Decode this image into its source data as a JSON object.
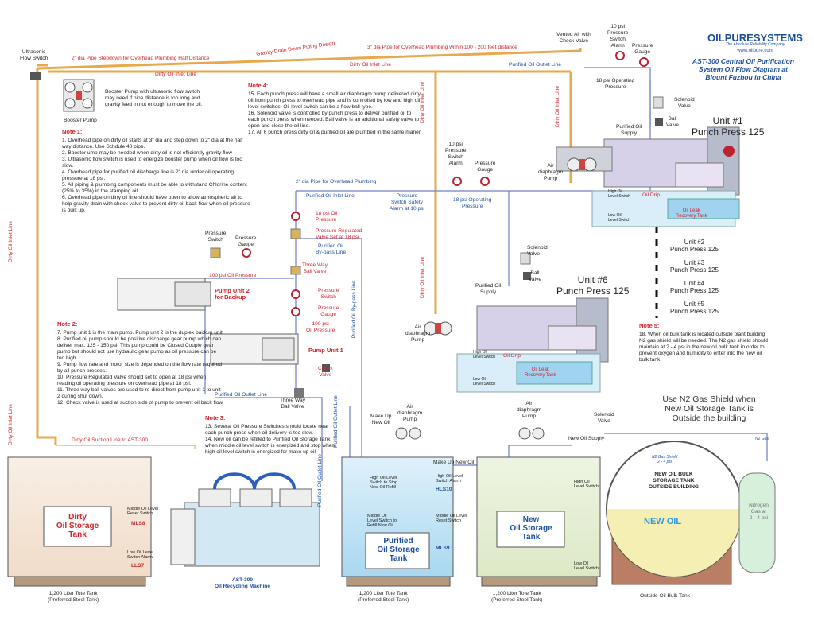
{
  "logo": {
    "brand": "OILPURESYSTEMS",
    "tagline": "The Absolute Reliability Company",
    "url": "www.oilpure.com"
  },
  "title": [
    "AST-300 Central Oil Purification",
    "System Oil Flow Diagram at",
    "Blount Fuzhou in China"
  ],
  "notes": {
    "note1": {
      "heading": "Note 1:",
      "items": [
        "1. Overhead pipe on dirty oil starts at 3\" dia and step down to 2\" dia at the half way distance. Use Schdule 40 pipe.",
        "2. Booster ump may be needed when dirty oil is not efficiently gravity flow",
        "3. Ultrasonic flow switch is used to energize booster pump when oil flow is too slow.",
        "4. Overhead pipe for purified oil discharge line is 2\" dia under oil operating pressure at 18 psi.",
        "5. All piping & plumbing components must be able to withstand Chlorine content (25% to 35%) in the stamping oil.",
        "6. Overhead pipe on dirty oil line should have open to allow atmospheric air to help gravity drain with check valve to prevent dirty oil back flow when oil pressure is built up."
      ]
    },
    "note2": {
      "heading": "Note 2:",
      "items": [
        "7. Pump unit 1 is the main pump. Pump unit 2 is the duplex backup unit.",
        "8. Purified oil pump should be positive discharge gear pump which can deliver max. 125 - 150 psi. This pump could be Closed Couple gear pump but should not use hydraulic gear pump as oil pressure can be too high.",
        "9. Pump flow rate and motor size is depended on the flow rate required by all punch presses.",
        "10. Pressure Regulated Valve should set to open at 18 psi when reading oil operating pressure on overhead pipe at 18 psi.",
        "11. Three way ball valves are used to re-direct from pump unit 1 to unit 2 during shut down.",
        "12. Check valve is used at suction side of pump to prevent oil back flow."
      ]
    },
    "note3": {
      "heading": "Note 3:",
      "items": [
        "13. Several Oil Pressure Switches should locate near each punch press when oil delivery is too slow.",
        "14. New oil can be refilled to Purified Oil Storage Tank when middle oil level switch is energized and stop when high oil level switch is energized for make up oil."
      ]
    },
    "note4": {
      "heading": "Note 4:",
      "items": [
        "15. Each punch press will have a small air diaphragm pump delivered dirty oil from punch press to overhead pipe and is controlled by low and high oil level switches. Oil level switch can be a flow ball type.",
        "16. Solenoid valve is controlled by punch press to deliver purified oil to each punch press when needed. Ball valve is an additional safety valve to open and close the oil line.",
        "17. All 6 punch press dirty oil & purified oil are plumbed in the same maner."
      ]
    },
    "note5": {
      "heading": "Note 5:",
      "items": [
        "18. When oil bulk tank is located outside plant building, N2 gas shield will be needed. The N2 gas shield should maintain at 2 - 4 psi in the new oil bulk tank in order to prevent oxygen and humidity to enter into the new oil bulk tank"
      ]
    }
  },
  "labels": {
    "ultrasonic": [
      "Ultrasonic",
      "Flow Switch"
    ],
    "pipe2": "2\" dia Pipe Stepdown for Overhead Plumbing Half Distance",
    "gravity": "Gravity Drain Down Piping Design",
    "pipe3": "3\" dia Pipe for Overhead Plumbing within 100 - 200 feet distance",
    "vented": [
      "Vented Air with",
      "Check Valve"
    ],
    "dirty_inlet": "Dirty Oil Inlet Line",
    "purified_outlet": "Purified Oil Outlet Line",
    "booster_pump": "Booster Pump",
    "booster_desc": [
      "Booster Pump with ultrasonic flow switch",
      "may need if pipe distance is too long and",
      "gravity feed in not enough to move the oil."
    ],
    "sw10_top": [
      "10 psi",
      "Pressure",
      "Switch",
      "Alarm"
    ],
    "gauge": [
      "Pressure",
      "Gauge"
    ],
    "op18": [
      "18 psi Operating",
      "Pressure"
    ],
    "solenoid": [
      "Solenoid",
      "Valve"
    ],
    "ball": [
      "Ball",
      "Valve"
    ],
    "purified_supply": [
      "Purified Oil",
      "Supply"
    ],
    "unit1": [
      "Unit #1",
      "Punch Press 125"
    ],
    "air_pump": [
      "Air",
      "diaphragm",
      "Pump"
    ],
    "high_switch": [
      "High Oil",
      "Level Switch"
    ],
    "low_switch": [
      "Low Oil",
      "Level Switch"
    ],
    "oil_drip": "Oil Drip",
    "oil_leak": [
      "Oil Leak",
      "Recovery Tank"
    ],
    "units": [
      [
        "Unit #2",
        "Punch Press 125"
      ],
      [
        "Unit #3",
        "Punch Press 125"
      ],
      [
        "Unit #4",
        "Punch Press 125"
      ],
      [
        "Unit #5",
        "Punch Press 125"
      ]
    ],
    "pipe2_purified": "2\" dia Pipe for Overhead Plumbing",
    "purified_inlet": "Purified Oil Inlet Line",
    "safety_alarm": [
      "Pressure",
      "Switch Safety",
      "Alarm at 10 psi"
    ],
    "sw10_mid": [
      "10 psi",
      "Pressure",
      "Switch",
      "Alarm"
    ],
    "op18b": [
      "18 psi Operating",
      "Pressure"
    ],
    "oil18": [
      "18 psi Oil",
      "Pressure"
    ],
    "prv": [
      "Pressure Regulated",
      "Valve Set at 18 psi"
    ],
    "bypass": [
      "Purified Oil",
      "By-pass Line"
    ],
    "bypass_v": "Purified Oil By-pass Line",
    "ps_switch": [
      "Pressure",
      "Switch"
    ],
    "ps_gauge": [
      "Pressure",
      "Gauge"
    ],
    "op100": "100 psi Oil Pressure",
    "three_way": [
      "Three Way",
      "Ball Valve"
    ],
    "pump2": [
      "Pump Unit 2",
      "for Backup"
    ],
    "pump1": "Pump Unit 1",
    "ps_switch2": [
      "Pressure",
      "Switch"
    ],
    "ps_gauge2": [
      "Pressure",
      "Gauge"
    ],
    "op100b": [
      "100 psi",
      "Oil Pressure"
    ],
    "check": [
      "Check",
      "Valve"
    ],
    "three_way2": [
      "Three Way",
      "Ball Valve"
    ],
    "unit6": [
      "Unit #6",
      "Punch Press 125"
    ],
    "suction": "Dirty Oil Suction Line to AST-300",
    "dirty_tank": [
      "Dirty",
      "Oil Storage",
      "Tank"
    ],
    "mid_reset": [
      "Middle Oil Level",
      "Reset Switch"
    ],
    "mls8": "MLS8",
    "low_alarm": [
      "Low Oil Level",
      "Switch Alarm"
    ],
    "lls7": "LLS7",
    "tote1": [
      "1,200 Liter Tote Tank",
      "(Preferred Steel Tank)"
    ],
    "ast300": [
      "AST-300",
      "Oil Recycling Machine"
    ],
    "make_up": [
      "Make Up",
      "New Oil"
    ],
    "make_up2": "Make Up New Oil",
    "high_stop": [
      "High Oil Level",
      "Switch to Stop",
      "New Oil Refill"
    ],
    "high_alarm": [
      "High Oil Level",
      "Switch Alarm"
    ],
    "hls10": "HLS10",
    "mid_refill": [
      "Middle Oil",
      "Level Switch to",
      "Refill New Oil"
    ],
    "mid_reset2": [
      "Middle Oil Level",
      "Reset Switch"
    ],
    "mls9": "MLS9",
    "purified_tank": [
      "Purified",
      "Oil Storage",
      "Tank"
    ],
    "tote2": [
      "1,200 Liter Tote Tank",
      "(Preferred Steel Tank)"
    ],
    "new_supply": "New Oil Supply",
    "new_tank": [
      "New",
      "Oil Storage",
      "Tank"
    ],
    "high_level": [
      "High Oil",
      "Level Switch"
    ],
    "low_level": [
      "Low Oil",
      "Level Switch"
    ],
    "tote3": [
      "1,200 Liter Tote Tank",
      "(Preferred Steel Tank)"
    ],
    "n2_note": [
      "Use N2 Gas Shield when",
      "New Oil Storage Tank is",
      "Outside the building"
    ],
    "n2_gas": "N2 Gas",
    "n2_shield": [
      "N2 Gas Shield",
      "2 - 4 psi"
    ],
    "bulk_title": [
      "NEW OIL BULK",
      "STORAGE TANK",
      "OUTSIDE BUILDING"
    ],
    "new_oil": "NEW OIL",
    "bulk_caption": "Outside Oil Bulk Tank",
    "nitrogen": [
      "Nitrogen",
      "Gas at",
      "2 - 4 psi"
    ],
    "dirty_inlet_v": "Dirty Oil Inlet Line",
    "purified_outlet_v": "Purified Oil Outlet Line"
  },
  "colors": {
    "red": "#d2232a",
    "blue": "#1b4f9c",
    "pipe_dirty": "#e8a94a",
    "pipe_purified": "#6d7fc4"
  }
}
